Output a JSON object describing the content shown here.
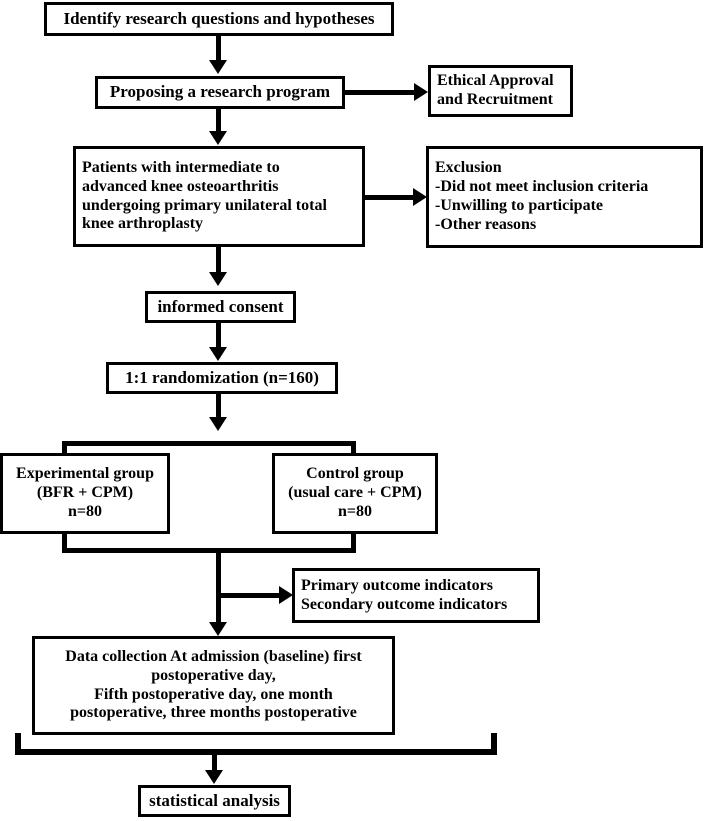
{
  "diagram": {
    "title": "CONSORT-style study flow diagram",
    "stroke_color": "#000000",
    "background_color": "#ffffff",
    "nodes": {
      "identify": {
        "lines": [
          "Identify research questions and hypotheses"
        ]
      },
      "proposing": {
        "lines": [
          "Proposing a research program"
        ]
      },
      "ethical": {
        "lines": [
          "Ethical Approval",
          "and Recruitment"
        ]
      },
      "patients": {
        "lines": [
          "Patients with intermediate to",
          "advanced knee osteoarthritis",
          "undergoing primary unilateral total",
          "knee arthroplasty"
        ]
      },
      "exclusion": {
        "lines": [
          "Exclusion",
          "-Did not meet inclusion criteria",
          "-Unwilling to participate",
          "-Other reasons"
        ]
      },
      "consent": {
        "lines": [
          "informed consent"
        ]
      },
      "randomization": {
        "lines": [
          "1:1 randomization (n=160)"
        ]
      },
      "experimental": {
        "lines": [
          "Experimental group",
          "(BFR + CPM)",
          "n=80"
        ]
      },
      "control": {
        "lines": [
          "Control group",
          "(usual care + CPM)",
          "n=80"
        ]
      },
      "outcomes": {
        "lines": [
          "Primary outcome indicators",
          "Secondary outcome indicators"
        ]
      },
      "datacollection": {
        "lines": [
          "Data collection At admission (baseline) first",
          "postoperative day,",
          "Fifth postoperative day, one month",
          "postoperative, three months postoperative"
        ]
      },
      "statistical": {
        "lines": [
          "statistical analysis"
        ]
      }
    }
  }
}
